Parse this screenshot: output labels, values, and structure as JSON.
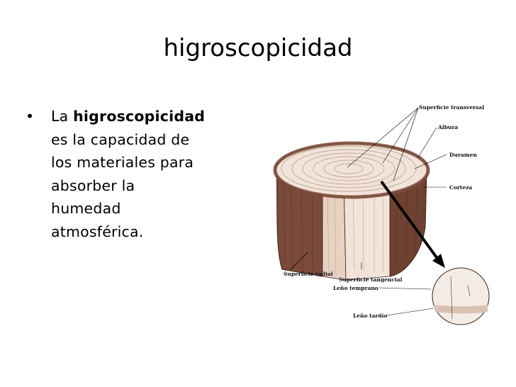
{
  "slide": {
    "title": "higroscopicidad",
    "bullet": {
      "marker": "•",
      "lead": "La ",
      "keyword": "higroscopicidad",
      "line1_rest": "es la capacidad de",
      "line2": "los materiales para",
      "line3": "absorber la",
      "line4": "humedad",
      "line5": "atmosférica."
    }
  },
  "diagram": {
    "labels": {
      "superficie_transversal": "Superficie transversal",
      "albura": "Albura",
      "duramen": "Duramen",
      "corteza": "Corteza",
      "superficie_radial": "Superficie radial",
      "superficie_tangencial": "Superficie tangencial",
      "leno_temprano": "Leño temprano",
      "leno_tardio": "Leño tardío"
    },
    "colors": {
      "bark": "#7a4a3a",
      "bark_dark": "#5a3226",
      "wood_light": "#f1e3d8",
      "wood_mid": "#e7d2c2",
      "rings": "#b7958a",
      "arrow": "#000000"
    }
  }
}
